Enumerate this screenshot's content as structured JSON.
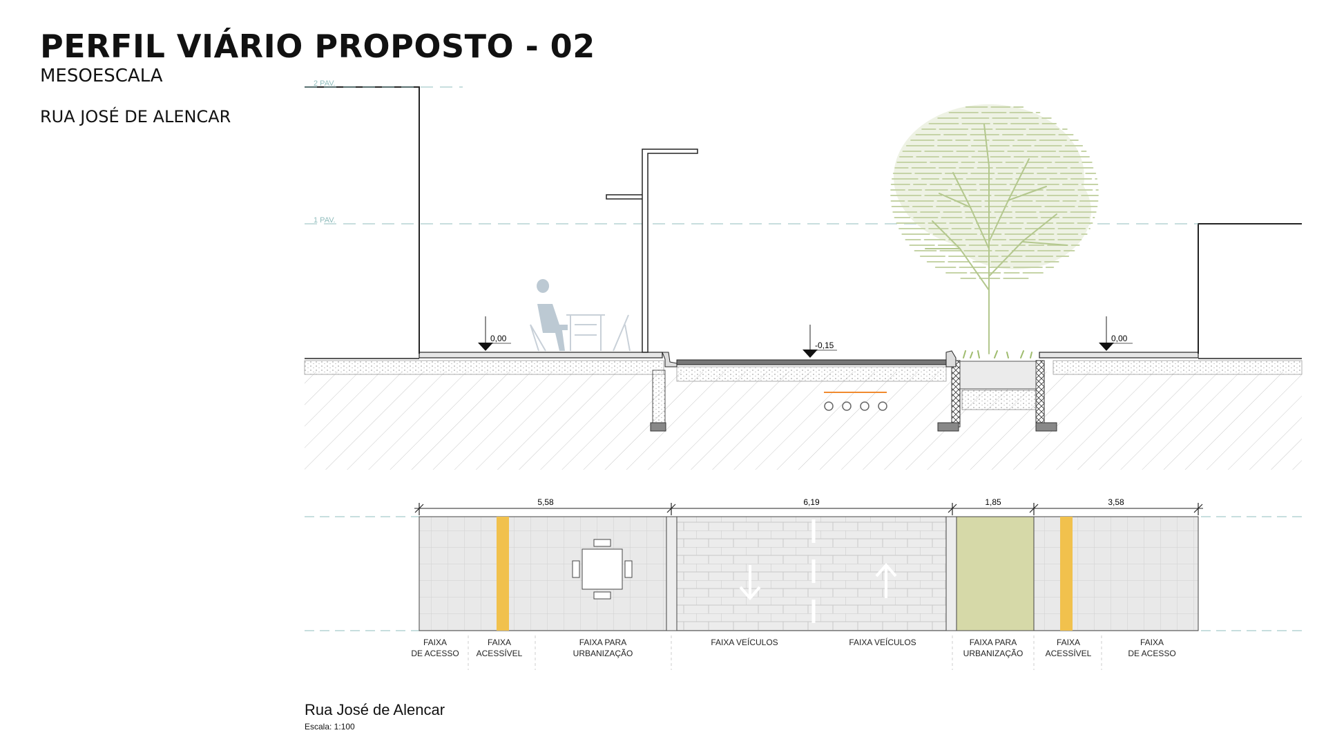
{
  "header": {
    "title": "PERFIL VIÁRIO PROPOSTO - 02",
    "subtitle": "MESOESCALA",
    "street": "RUA JOSÉ DE ALENCAR"
  },
  "section": {
    "levels": {
      "pav2": "2 PAV.",
      "pav1": "1 PAV."
    },
    "elevations": {
      "left": "0,00",
      "road": "-0,15",
      "right": "0,00"
    }
  },
  "plan": {
    "dimensions": {
      "sidewalk_left": "5,58",
      "road": "6,19",
      "planter": "1,85",
      "sidewalk_right": "3,58"
    },
    "zones": [
      {
        "line1": "FAIXA",
        "line2": "DE ACESSO"
      },
      {
        "line1": "FAIXA",
        "line2": "ACESSÍVEL"
      },
      {
        "line1": "FAIXA PARA",
        "line2": "URBANIZAÇÃO"
      },
      {
        "line1": "FAIXA VEÍCULOS",
        "line2": ""
      },
      {
        "line1": "FAIXA VEÍCULOS",
        "line2": ""
      },
      {
        "line1": "FAIXA PARA",
        "line2": "URBANIZAÇÃO"
      },
      {
        "line1": "FAIXA",
        "line2": "ACESSÍVEL"
      },
      {
        "line1": "FAIXA",
        "line2": "DE ACESSO"
      }
    ]
  },
  "caption": {
    "name": "Rua José de Alencar",
    "scale": "Escala: 1:100"
  },
  "colors": {
    "tactile": "#f1c14d",
    "planter": "#d6d9a8",
    "tree": "#b3c78d",
    "level_line": "#8fbcbc",
    "utility": "#f08a2e",
    "paving": "#e9e9e9"
  }
}
